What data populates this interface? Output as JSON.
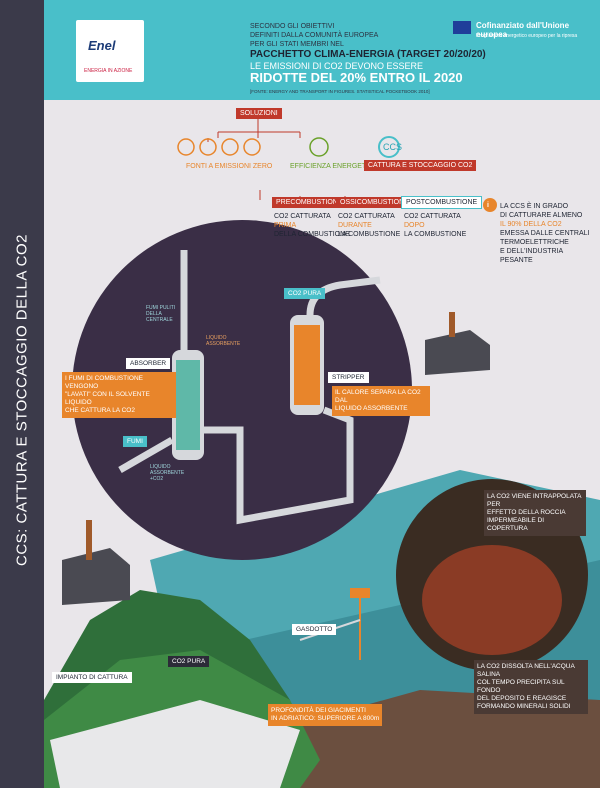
{
  "colors": {
    "teal": "#49bfc9",
    "dark": "#3b3a4a",
    "orange": "#e8852b",
    "red": "#c0392b",
    "green": "#6aa12a"
  },
  "sidebar": {
    "title": "CCS: CATTURA E STOCCAGGIO DELLA CO2"
  },
  "header": {
    "logo_name": "Enel",
    "logo_tagline": "ENERGIA IN AZIONE",
    "intro_lines": [
      "SECONDO GLI OBIETTIVI",
      "DEFINITI DALLA COMUNITÀ EUROPEA",
      "PER GLI STATI MEMBRI NEL"
    ],
    "package_title": "PACCHETTO CLIMA-ENERGIA (TARGET 20/20/20)",
    "emissions_line": "LE EMISSIONI DI CO2 DEVONO ESSERE",
    "reduction_title": "RIDOTTE DEL 20% ENTRO IL 2020",
    "source_note": "[FONTE: ENERGY AND TRANSPORT IN FIGURES. STATISTICAL POCKETBOOK 2010]",
    "eu_title": "Cofinanziato dall'Unione europea",
    "eu_subtitle": "Programma energetico europeo per la ripresa"
  },
  "solutions": {
    "root": "SOLUZIONI",
    "zero_emission": "FONTI A EMISSIONI ZERO",
    "efficiency": "EFFICIENZA ENERGETICA",
    "ccs_badge": "CCS",
    "ccs": "CATTURA E STOCCAGGIO CO2",
    "pre": {
      "title": "PRECOMBUSTIONE",
      "l1": "CO2 CATTURATA",
      "l2": "PRIMA",
      "l3": "DELLA COMBUSTIONE"
    },
    "oxy": {
      "title": "OSSICOMBUSTIONE",
      "l1": "CO2 CATTURATA",
      "l2": "DURANTE",
      "l3": "LA COMBUSTIONE"
    },
    "post": {
      "title": "POSTCOMBUSTIONE",
      "l1": "CO2 CATTURATA",
      "l2": "DOPO",
      "l3": "LA COMBUSTIONE"
    }
  },
  "info": {
    "icon": "i",
    "lines": [
      "LA CCS È IN GRADO",
      "DI CATTURARE ALMENO"
    ],
    "highlight": "IL 90% DELLA CO2",
    "rest": [
      "EMESSA DALLE CENTRALI",
      "TERMOELETTRICHE",
      "E DELL'INDUSTRIA",
      "PESANTE"
    ]
  },
  "diagram": {
    "co2_pura_top": "CO2 PURA",
    "fumi_puliti": "FUMI PULITI DELLA CENTRALE",
    "liquido_assorbente": "LIQUIDO ASSORBENTE",
    "absorber": "ABSORBER",
    "stripper": "STRIPPER",
    "fumi": "FUMI",
    "liquido_co2": "LIQUIDO ASSORBENTE +CO2",
    "callout_absorber": [
      "I FUMI DI COMBUSTIONE VENGONO",
      "\"LAVATI\" CON IL SOLVENTE LIQUIDO",
      "CHE CATTURA LA CO2"
    ],
    "callout_stripper": [
      "IL CALORE SEPARA LA CO2 DAL",
      "LIQUIDO ASSORBENTE"
    ]
  },
  "bottom": {
    "gasdotto": "GASDOTTO",
    "impianto": "IMPIANTO DI CATTURA",
    "co2_pura": "CO2 PURA",
    "depth_line1": "PROFONDITÀ DEI GIACIMENTI",
    "depth_line2": "IN ADRIATICO: SUPERIORE A 800m",
    "callout_trap": [
      "LA CO2 VIENE INTRAPPOLATA PER",
      "EFFETTO DELLA ROCCIA",
      "IMPERMEABILE DI COPERTURA"
    ],
    "callout_dissolve": [
      "LA CO2 DISSOLTA NELL'ACQUA SALINA",
      "COL TEMPO PRECIPITA SUL FONDO",
      "DEL DEPOSITO E REAGISCE",
      "FORMANDO MINERALI SOLIDI"
    ]
  }
}
